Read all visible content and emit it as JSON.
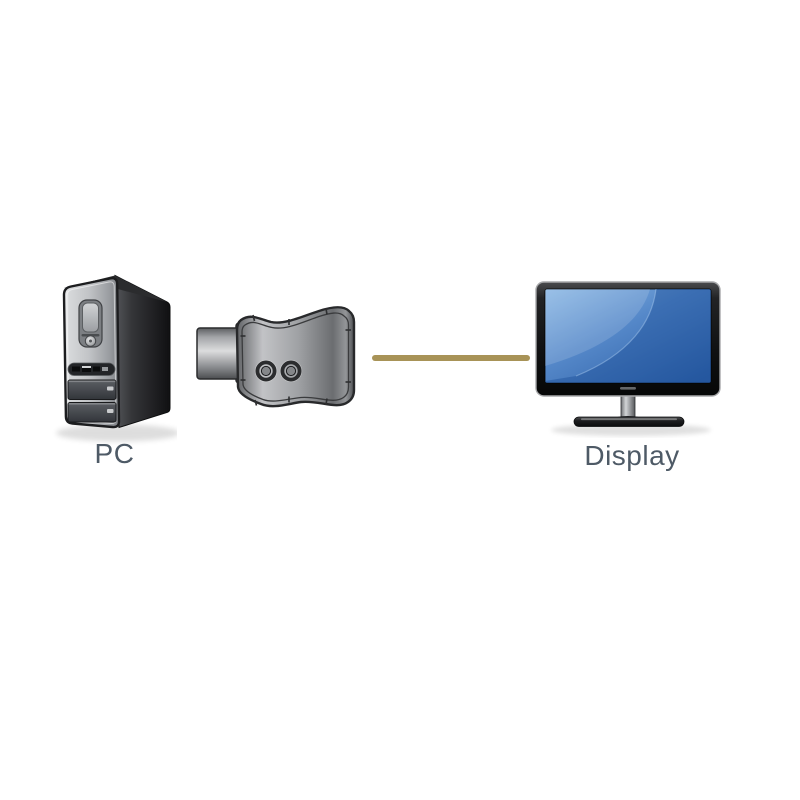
{
  "diagram": {
    "type": "connection-diagram",
    "devices": [
      {
        "id": "pc",
        "label": "PC",
        "icon": "pc-tower-icon"
      },
      {
        "id": "adapter",
        "label": "",
        "icon": "video-adapter-icon"
      },
      {
        "id": "display",
        "label": "Display",
        "icon": "monitor-icon"
      }
    ],
    "connections": [
      {
        "from": "adapter",
        "to": "display",
        "style": "cable",
        "color": "#A89357"
      }
    ],
    "colors": {
      "background": "#FFFFFF",
      "label_text": "#4E5A66",
      "cable": "#A89357",
      "screen_blue_light": "#8AB7E4",
      "screen_blue_dark": "#2C5EA5",
      "device_gray": "#A2A4A7"
    }
  }
}
